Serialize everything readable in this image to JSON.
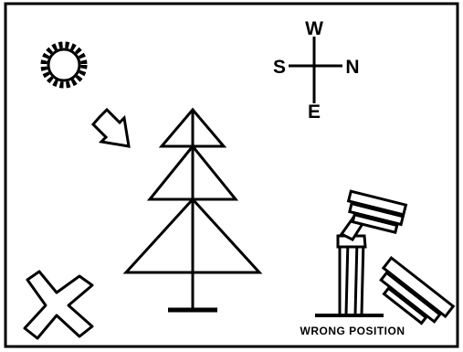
{
  "compass": {
    "north": "N",
    "south": "S",
    "east": "E",
    "west": "W"
  },
  "caption": "WRONG POSITION",
  "icons": {
    "sun": "sun-icon",
    "arrow": "sunlight-arrow-icon",
    "tree": "tree-icon",
    "wrong_mark": "x-mark-icon",
    "camera": "camera-on-tripod-icon"
  },
  "colors": {
    "ink": "#000000",
    "paper": "#ffffff"
  }
}
